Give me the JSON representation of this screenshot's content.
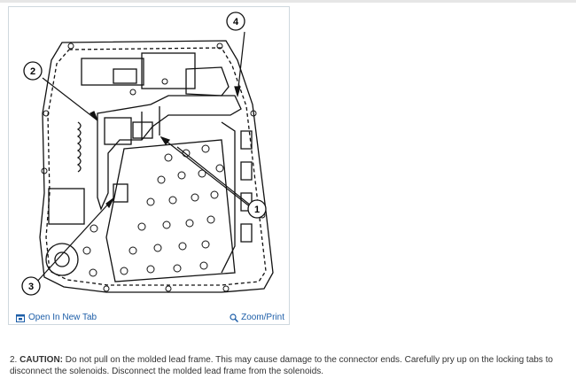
{
  "figure": {
    "callouts": [
      "1",
      "2",
      "3",
      "4"
    ],
    "open_new_tab_label": "Open In New Tab",
    "zoom_print_label": "Zoom/Print",
    "icons": {
      "open_tab": "open-tab-icon",
      "zoom": "magnifier-icon"
    }
  },
  "instruction": {
    "number": "2.",
    "caution_label": "CAUTION:",
    "text": "Do not pull on the molded lead frame. This may cause damage to the connector ends. Carefully pry up on the locking tabs to disconnect the solenoids. Disconnect the molded lead frame from the solenoids."
  },
  "colors": {
    "link": "#1d5ea8",
    "frame_border": "#cfd8de"
  }
}
